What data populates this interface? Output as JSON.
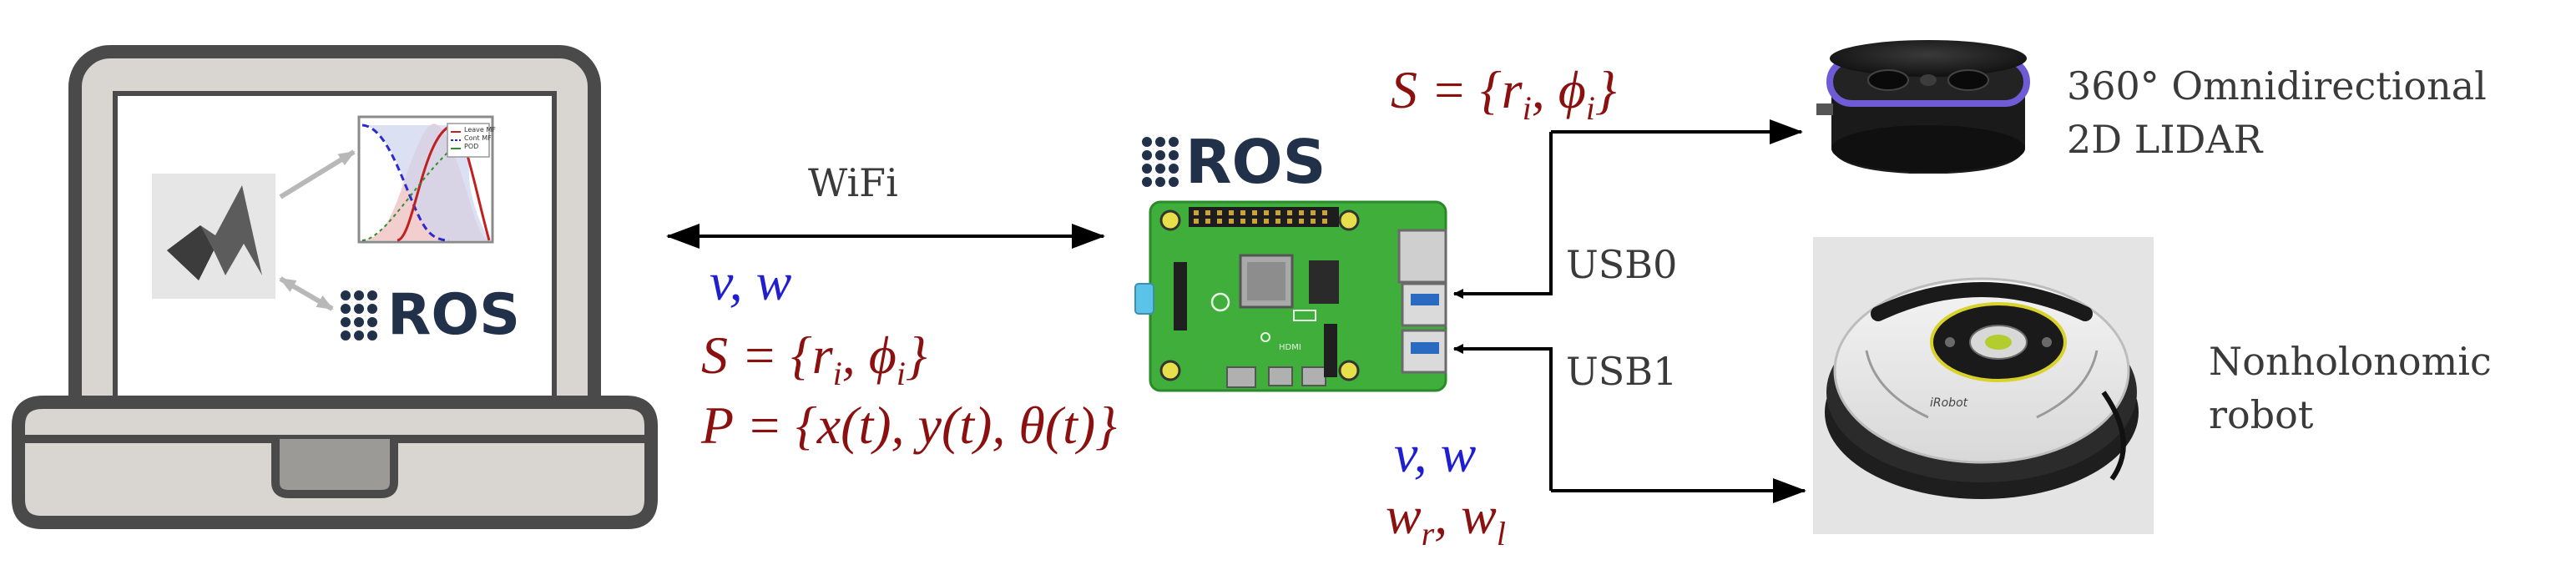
{
  "laptop": {
    "ros_logo_text": "ROS",
    "plot_legend": [
      "Leave MF",
      "Cont MF",
      "POD"
    ]
  },
  "link": {
    "wifi_label": "WiFi",
    "to_laptop": {
      "velocity": "v, w",
      "scan": "S = {r_i, ϕ_i}",
      "pose": "P = {x(t), y(t), θ(t)}"
    }
  },
  "pi": {
    "ros_logo_text": "ROS",
    "hdmi_text": "HDMI"
  },
  "lidar": {
    "title_line1": "360° Omnidirectional",
    "title_line2": "2D LIDAR",
    "scan": "S = {r_i, ϕ_i}",
    "port": "USB0"
  },
  "robot": {
    "title_line1": "Nonholonomic",
    "title_line2": "robot",
    "brand": "iRobot",
    "port": "USB1",
    "velocity": "v, w",
    "wheel_speeds": "w_r, w_l"
  },
  "colors": {
    "blue": "#1f1fd0",
    "red": "#8b1010",
    "ros": "#22314a",
    "pcb": "#3fae3a",
    "lidar_ring": "#6f5bd6"
  }
}
